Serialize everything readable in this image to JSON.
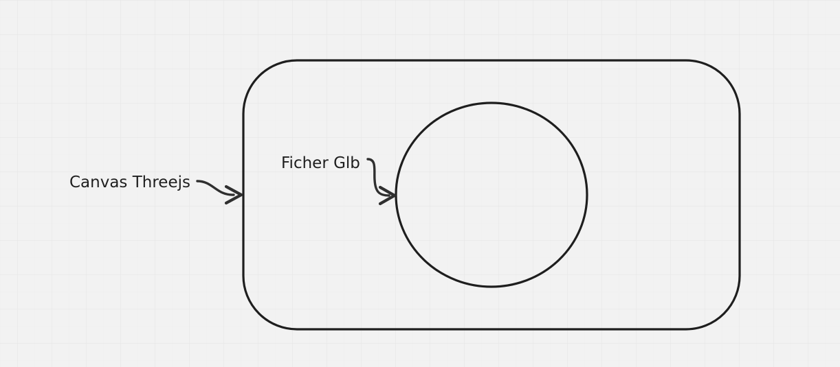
{
  "board": {
    "background": "#f2f2f2",
    "grid_color": "#e4e4e4",
    "stroke_color": "#1e1e1e",
    "arrow_color": "#2f2f2f"
  },
  "shapes": {
    "canvas_box": {
      "kind": "rounded-rectangle",
      "label": "Canvas Threejs"
    },
    "glb_circle": {
      "kind": "ellipse",
      "label": "Ficher Glb"
    }
  }
}
